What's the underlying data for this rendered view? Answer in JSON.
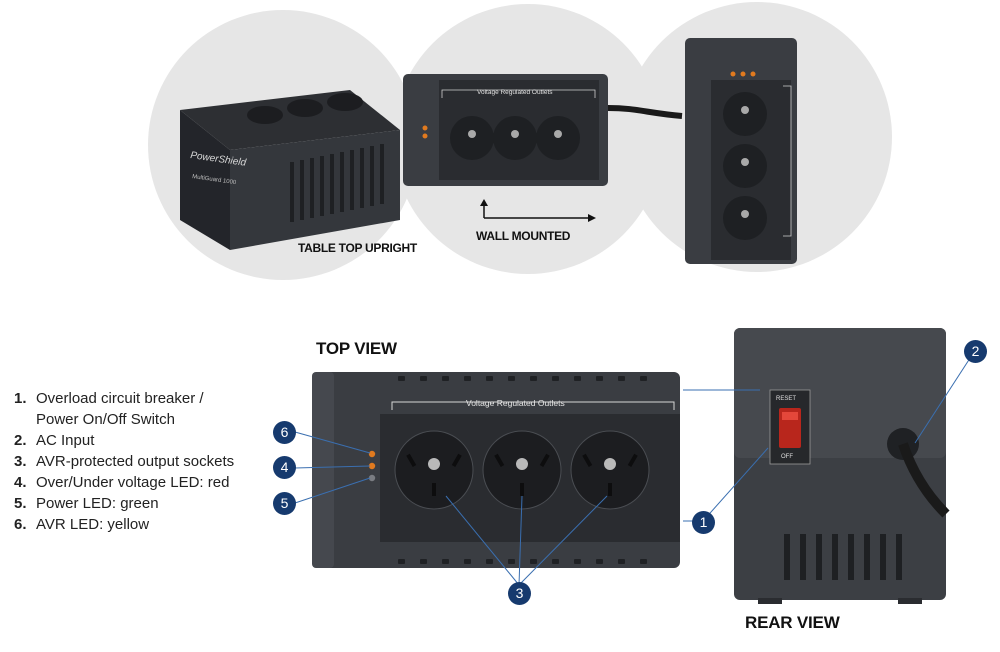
{
  "top_section": {
    "brand_logo": "PowerShield",
    "model_name": "MultiGuard 1000",
    "panel_label": "Voltage Regulated Outlets",
    "caption_table_top": "TABLE TOP UPRIGHT",
    "caption_wall_mounted": "WALL MOUNTED"
  },
  "views": {
    "top_view_title": "TOP VIEW",
    "rear_view_title": "REAR VIEW",
    "top_panel_label": "Voltage Regulated Outlets",
    "reset_label": "RESET",
    "off_label": "OFF"
  },
  "legend": [
    {
      "num": "1.",
      "line1": "Overload circuit breaker /",
      "line2": "Power On/Off Switch"
    },
    {
      "num": "2.",
      "line1": "AC Input"
    },
    {
      "num": "3.",
      "line1": "AVR-protected output sockets"
    },
    {
      "num": "4.",
      "line1": "Over/Under voltage LED: red"
    },
    {
      "num": "5.",
      "line1": "Power LED: green"
    },
    {
      "num": "6.",
      "line1": "AVR LED: yellow"
    }
  ],
  "callouts": {
    "c1": "1",
    "c2": "2",
    "c3": "3",
    "c4": "4",
    "c5": "5",
    "c6": "6"
  },
  "colors": {
    "badge": "#163a6e",
    "callout_line": "#3a6fb0",
    "device_body": "#3a3d42",
    "led_orange": "#e07a1f"
  }
}
